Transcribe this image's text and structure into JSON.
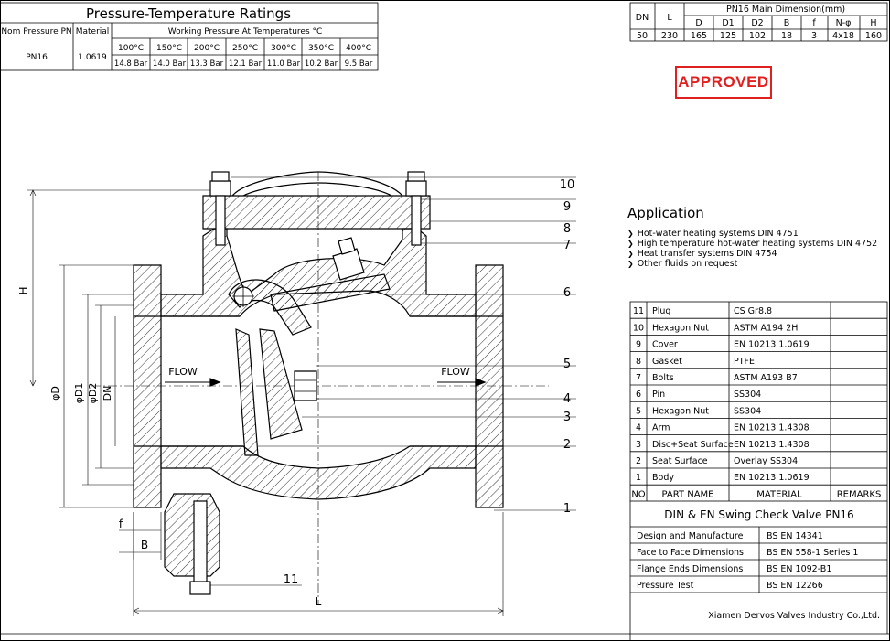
{
  "pt_table": {
    "title": "Pressure-Temperature Ratings",
    "col_pn": "Nom Pressure PN",
    "col_material": "Material",
    "col_working": "Working Pressure At Temperatures °C",
    "pn": "PN16",
    "material": "1.0619",
    "temps": [
      "100°C",
      "150°C",
      "200°C",
      "250°C",
      "300°C",
      "350°C",
      "400°C"
    ],
    "pressures": [
      "14.8 Bar",
      "14.0 Bar",
      "13.3 Bar",
      "12.1 Bar",
      "11.0 Bar",
      "10.2 Bar",
      "9.5 Bar"
    ]
  },
  "dim_table": {
    "title": "PN16 Main Dimension(mm)",
    "col_dn": "DN",
    "col_l": "L",
    "headers": [
      "D",
      "D1",
      "D2",
      "B",
      "f",
      "N-φ",
      "H"
    ],
    "dn": "50",
    "l": "230",
    "values": [
      "165",
      "125",
      "102",
      "18",
      "3",
      "4x18",
      "160"
    ]
  },
  "stamp": {
    "text": "APPROVED",
    "color": "#e02020"
  },
  "application": {
    "title": "Application",
    "items": [
      "Hot-water heating systems DIN 4751",
      "High temperature hot-water heating systems DIN 4752",
      "Heat transfer systems DIN 4754",
      "Other fluids on request"
    ]
  },
  "parts": {
    "rows": [
      {
        "no": "11",
        "name": "Plug",
        "material": "CS Gr8.8"
      },
      {
        "no": "10",
        "name": "Hexagon Nut",
        "material": "ASTM A194 2H"
      },
      {
        "no": "9",
        "name": "Cover",
        "material": "EN 10213 1.0619"
      },
      {
        "no": "8",
        "name": "Gasket",
        "material": "PTFE"
      },
      {
        "no": "7",
        "name": "Bolts",
        "material": "ASTM A193 B7"
      },
      {
        "no": "6",
        "name": "Pin",
        "material": "SS304"
      },
      {
        "no": "5",
        "name": "Hexagon Nut",
        "material": "SS304"
      },
      {
        "no": "4",
        "name": "Arm",
        "material": "EN 10213 1.4308"
      },
      {
        "no": "3",
        "name": "Disc+Seat Surface",
        "material": "EN 10213 1.4308"
      },
      {
        "no": "2",
        "name": "Seat Surface",
        "material": "Overlay SS304"
      },
      {
        "no": "1",
        "name": "Body",
        "material": "EN 10213 1.0619"
      }
    ],
    "header_no": "NO",
    "header_name": "PART NAME",
    "header_material": "MATERIAL",
    "header_remarks": "REMARKS"
  },
  "title_block": {
    "title": "DIN & EN Swing Check Valve PN16",
    "rows": [
      {
        "label": "Design and Manufacture",
        "value": "BS EN 14341"
      },
      {
        "label": "Face to Face Dimensions",
        "value": "BS EN 558-1 Series 1"
      },
      {
        "label": "Flange Ends Dimensions",
        "value": "BS EN 1092-B1"
      },
      {
        "label": "Pressure Test",
        "value": "BS EN 12266"
      }
    ],
    "company": "Xiamen Dervos Valves Industry Co.,Ltd."
  },
  "drawing": {
    "flow_left": "FLOW",
    "flow_right": "FLOW",
    "dim_h": "H",
    "dim_d": "φD",
    "dim_d1": "φD1",
    "dim_d2": "φD2",
    "dim_dn": "DN",
    "dim_l": "L",
    "dim_f": "f",
    "dim_b": "B",
    "callouts": [
      "10",
      "9",
      "8",
      "7",
      "6",
      "5",
      "4",
      "3",
      "2",
      "1",
      "11"
    ]
  }
}
